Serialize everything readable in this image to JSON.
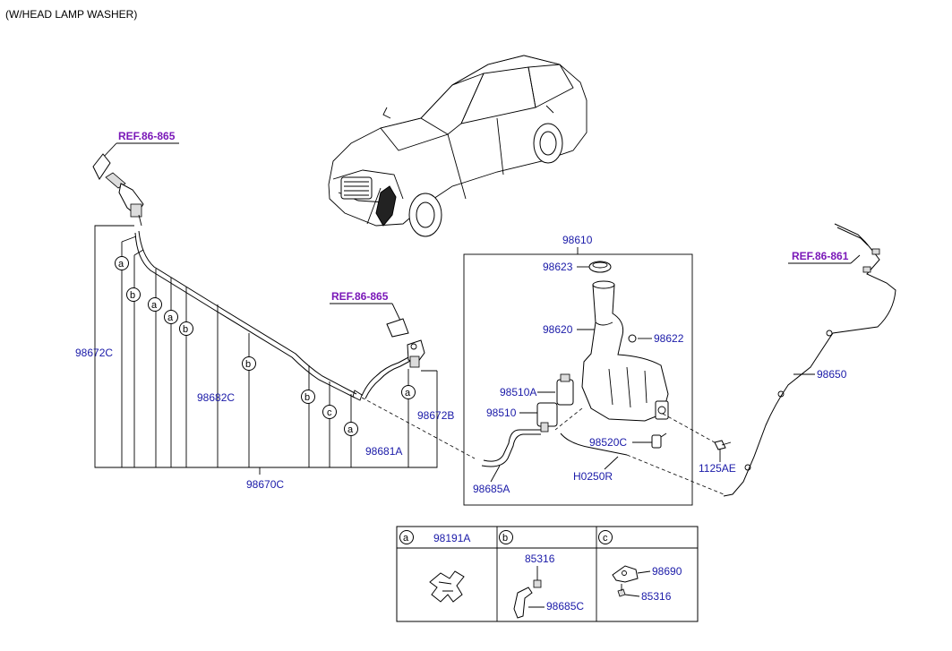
{
  "title": "(W/HEAD LAMP WASHER)",
  "colors": {
    "part_number": "#1a1aa8",
    "reference": "#7a18b8",
    "line": "#000000"
  },
  "refs": {
    "left_nozzle": "REF.86-865",
    "right_nozzle": "REF.86-865",
    "hose_route": "REF.86-861"
  },
  "parts": {
    "p98672C": "98672C",
    "p98682C": "98682C",
    "p98670C": "98670C",
    "p98681A": "98681A",
    "p98672B": "98672B",
    "p98685A": "98685A",
    "p98610": "98610",
    "p98623": "98623",
    "p98620": "98620",
    "p98622": "98622",
    "p98510A": "98510A",
    "p98510": "98510",
    "p98520C": "98520C",
    "pH0250R": "H0250R",
    "p1125AE": "1125AE",
    "p98650": "98650"
  },
  "callouts": {
    "a": "a",
    "b": "b",
    "c": "c"
  },
  "legend": {
    "a": {
      "letter": "a",
      "part": "98191A"
    },
    "b": {
      "letter": "b",
      "parts": [
        "85316",
        "98685C"
      ]
    },
    "c": {
      "letter": "c",
      "parts": [
        "98690",
        "85316"
      ]
    }
  }
}
